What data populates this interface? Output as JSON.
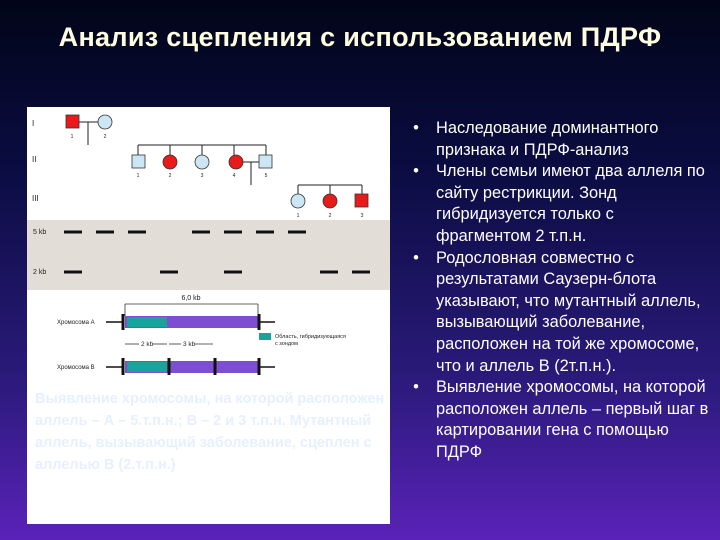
{
  "slide": {
    "title": "Анализ сцепления с использованием ПДРФ"
  },
  "figure": {
    "generations": [
      "I",
      "II",
      "III"
    ],
    "gen1_numbers": [
      "1",
      "2"
    ],
    "gen2_numbers": [
      "1",
      "2",
      "3",
      "4",
      "5"
    ],
    "gen3_numbers": [
      "1",
      "2",
      "3"
    ],
    "band_labels": [
      "5 kb",
      "2 kb"
    ],
    "distance_label": "6,0 kb",
    "chrom_a": "Хромосома А",
    "chrom_b": "Хромосома В",
    "seg_2kb": "2 kb",
    "seg_3kb": "3 kb",
    "legend_line1": "Область, гибридизующаяся",
    "legend_line2": "с зондом",
    "colors": {
      "affected": "#e81a1a",
      "unaffected": "#cde6f6",
      "chromosome": "#7d4fd0",
      "probe": "#1aa39a"
    }
  },
  "caption": "Выявление хромосомы, на которой расположен аллель – А – 5.т.п.н.; В – 2 и 3 т.п.н. Мутантный аллель, вызывающий заболевание, сцеплен с аллелью В (2.т.п.н.)",
  "bullets": [
    "Наследование доминантного признака и ПДРФ-анализ",
    "Члены семьи имеют два аллеля по сайту рестрикции. Зонд гибридизуется только с фрагментом 2 т.п.н.",
    "Родословная совместно с результатами Саузерн-блота указывают, что мутантный аллель, вызывающий заболевание, расположен на той же хромосоме, что и аллель В (2т.п.н.).",
    "Выявление хромосомы, на которой расположен аллель – первый шаг в картировании гена с помощью ПДРФ"
  ],
  "bullet_marker": "•"
}
